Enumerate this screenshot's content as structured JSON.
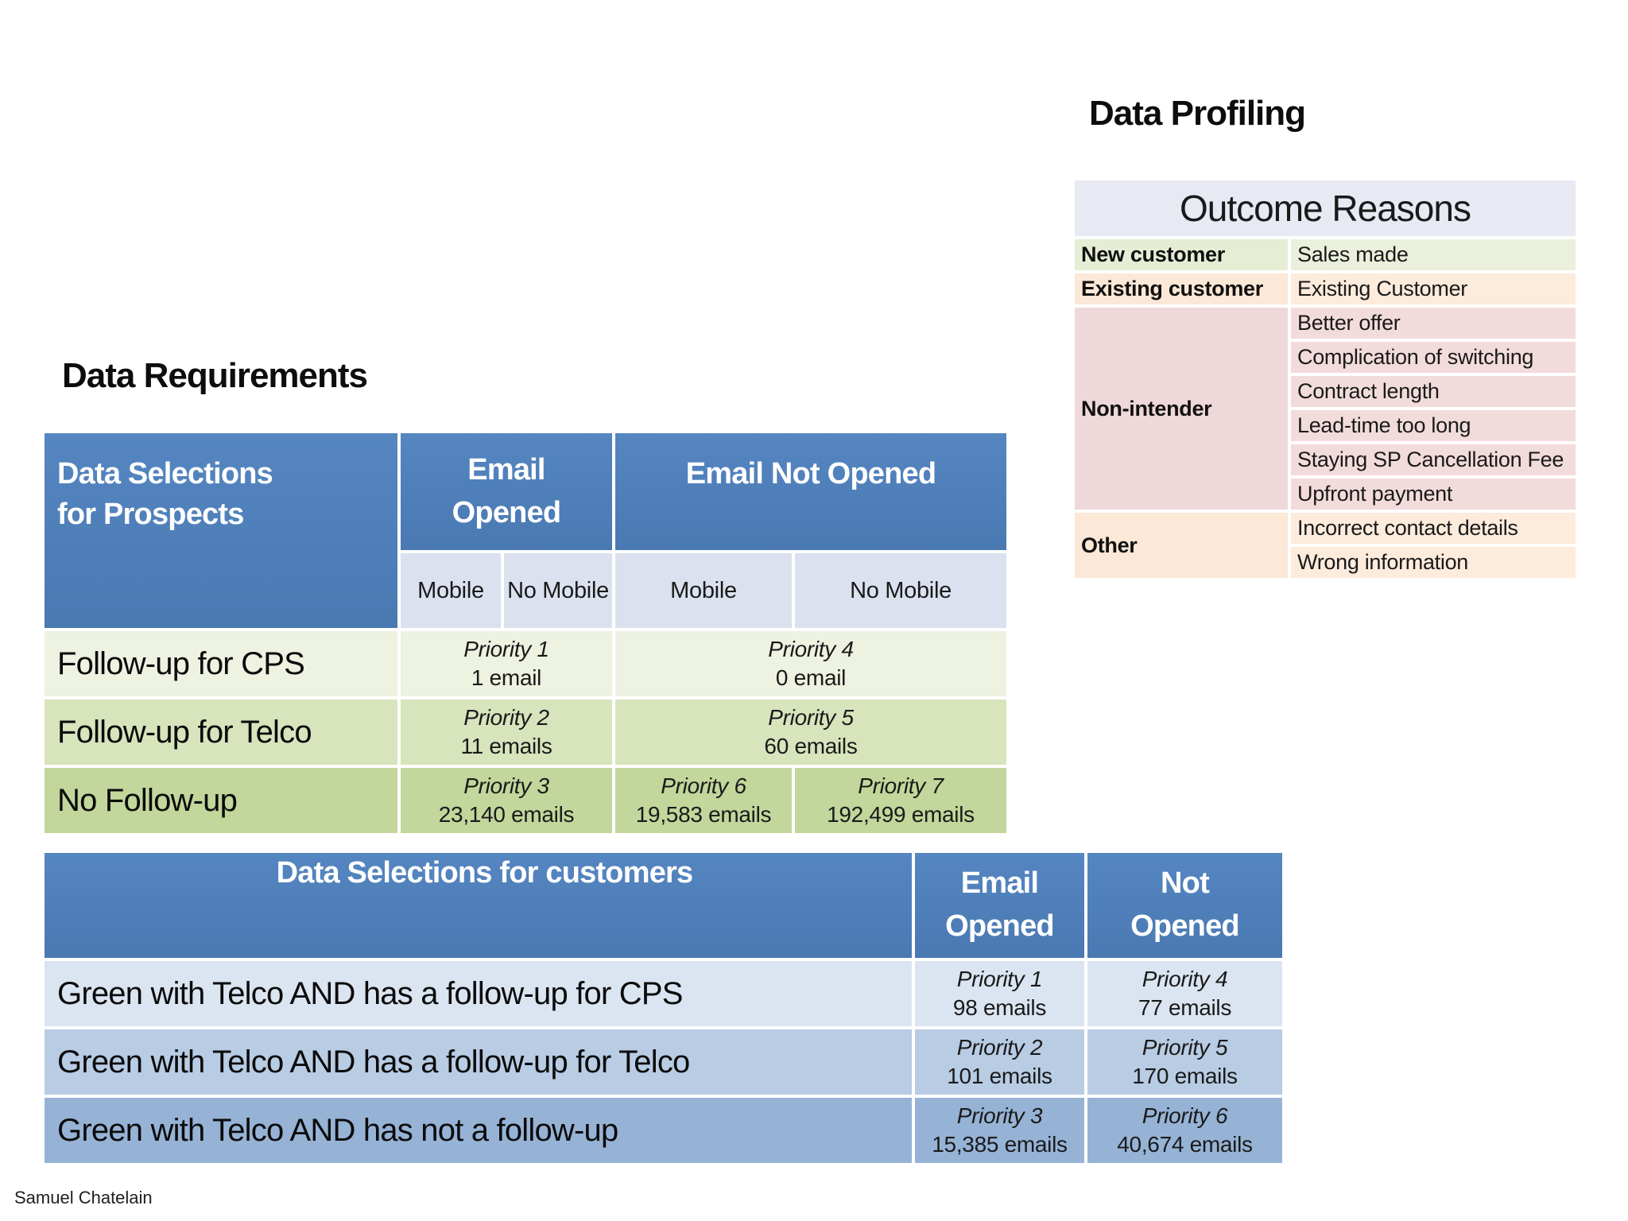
{
  "titles": {
    "data_requirements": "Data Requirements",
    "data_profiling": "Data Profiling"
  },
  "footer": {
    "author": "Samuel Chatelain"
  },
  "colors": {
    "table_header_blue": "#4C7CB7",
    "subheader_lavender": "#DBE1EF",
    "outcome_header_lavender": "#E7E9F3",
    "green_row_light": "#EDF2E1",
    "green_row_medium": "#D7E4BC",
    "green_row_dark": "#C3D69B",
    "blue_row_light": "#DBE5F1",
    "blue_row_medium": "#B8CCE4",
    "blue_row_dark": "#96B3D6",
    "outcome_green": "#EAF0DB",
    "outcome_orange": "#FDEBDC",
    "outcome_pink": "#F2DCDB"
  },
  "outcome_table": {
    "header": "Outcome Reasons",
    "groups": [
      {
        "label": "New customer",
        "rows": 1,
        "color": "green"
      },
      {
        "label": "Existing customer",
        "rows": 1,
        "color": "orange"
      },
      {
        "label": "Non-intender",
        "rows": 6,
        "color": "pink"
      },
      {
        "label": "Other",
        "rows": 2,
        "color": "orange"
      }
    ],
    "reasons": [
      {
        "text": "Sales made",
        "color": "green"
      },
      {
        "text": "Existing Customer",
        "color": "orange"
      },
      {
        "text": "Better offer",
        "color": "pink"
      },
      {
        "text": "Complication of switching",
        "color": "pink"
      },
      {
        "text": "Contract length",
        "color": "pink"
      },
      {
        "text": "Lead-time too long",
        "color": "pink"
      },
      {
        "text": "Staying SP Cancellation Fee",
        "color": "pink"
      },
      {
        "text": "Upfront payment",
        "color": "pink"
      },
      {
        "text": "Incorrect contact details",
        "color": "orange"
      },
      {
        "text": "Wrong information",
        "color": "orange"
      }
    ]
  },
  "prospects_table": {
    "title_line1": "Data Selections",
    "title_line2": "for Prospects",
    "col_opened_line1": "Email",
    "col_opened_line2": "Opened",
    "col_not_opened": "Email Not Opened",
    "sub": [
      "Mobile",
      "No Mobile",
      "Mobile",
      "No Mobile"
    ],
    "rows": [
      {
        "label": "Follow-up for CPS",
        "opened_priority": "Priority 1",
        "opened_count": "1 email",
        "not_priority": "Priority 4",
        "not_count": "0 email"
      },
      {
        "label": "Follow-up for Telco",
        "opened_priority": "Priority 2",
        "opened_count": "11 emails",
        "not_priority": "Priority 5",
        "not_count": "60 emails"
      },
      {
        "label": "No Follow-up",
        "opened_priority": "Priority 3",
        "opened_count": "23,140 emails",
        "not_mobile_priority": "Priority 6",
        "not_mobile_count": "19,583 emails",
        "not_nomobile_priority": "Priority 7",
        "not_nomobile_count": "192,499 emails"
      }
    ]
  },
  "customers_table": {
    "title": "Data Selections for customers",
    "col_opened_line1": "Email",
    "col_opened_line2": "Opened",
    "col_not_line1": "Not",
    "col_not_line2": "Opened",
    "rows": [
      {
        "label": "Green with Telco AND has a follow-up for CPS",
        "opened_priority": "Priority 1",
        "opened_count": "98 emails",
        "not_priority": "Priority 4",
        "not_count": "77 emails"
      },
      {
        "label": "Green with Telco AND has a follow-up for Telco",
        "opened_priority": "Priority 2",
        "opened_count": "101 emails",
        "not_priority": "Priority 5",
        "not_count": "170 emails"
      },
      {
        "label": "Green with Telco AND has not a follow-up",
        "opened_priority": "Priority 3",
        "opened_count": "15,385 emails",
        "not_priority": "Priority 6",
        "not_count": "40,674 emails"
      }
    ]
  }
}
